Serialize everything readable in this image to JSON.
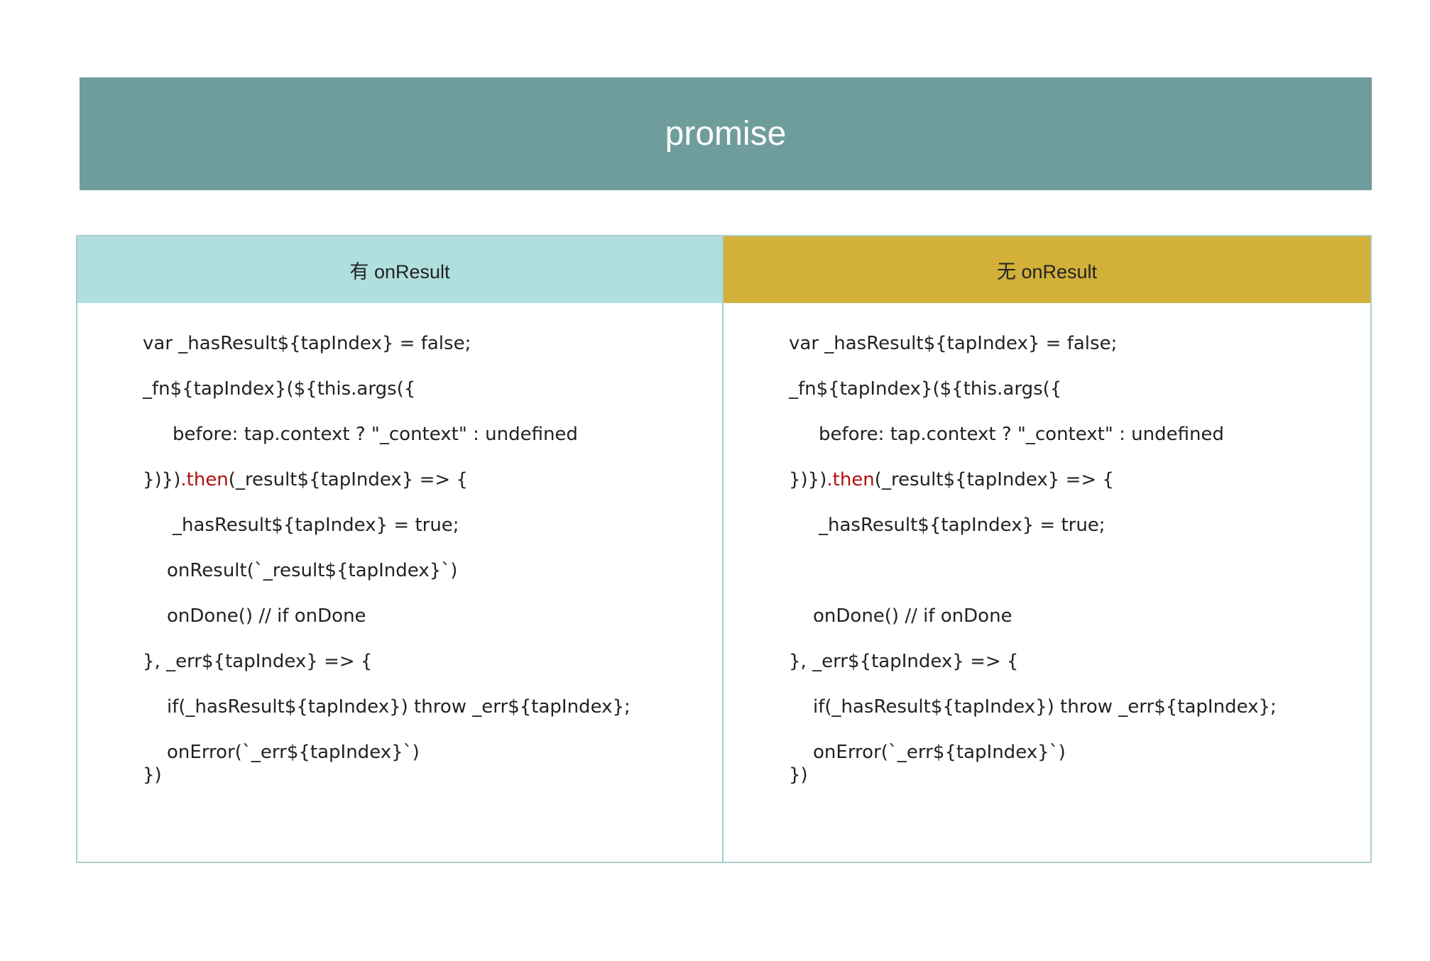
{
  "title": "promise",
  "columns": [
    {
      "header": "有 onResult",
      "color": "#b1dedf",
      "lines": [
        {
          "text": "var _hasResult${tapIndex} = false;"
        },
        {
          "text": "_fn${tapIndex}(${this.args({"
        },
        {
          "text": "before: tap.context ? \"_context\" : undefined"
        },
        {
          "pre": "})})",
          "kw": ".then",
          "post": "(_result${tapIndex} => {"
        },
        {
          "text": "_hasResult${tapIndex} = true;"
        },
        {
          "text": "onResult(`_result${tapIndex}`)"
        },
        {
          "text": "onDone() // if onDone"
        },
        {
          "text": "}, _err${tapIndex} => {"
        },
        {
          "text": "if(_hasResult${tapIndex}) throw _err${tapIndex};"
        },
        {
          "text": "onError(`_err${tapIndex}`)"
        },
        {
          "text": "})"
        }
      ]
    },
    {
      "header": "无 onResult",
      "color": "#d2b03a",
      "lines": [
        {
          "text": "var _hasResult${tapIndex} = false;"
        },
        {
          "text": "_fn${tapIndex}(${this.args({"
        },
        {
          "text": "before: tap.context ? \"_context\" : undefined"
        },
        {
          "pre": "})})",
          "kw": ".then",
          "post": "(_result${tapIndex} => {"
        },
        {
          "text": "_hasResult${tapIndex} = true;"
        },
        {
          "text": ""
        },
        {
          "text": "onDone() // if onDone"
        },
        {
          "text": "}, _err${tapIndex} => {"
        },
        {
          "text": "if(_hasResult${tapIndex}) throw _err${tapIndex};"
        },
        {
          "text": "onError(`_err${tapIndex}`)"
        },
        {
          "text": "})"
        }
      ]
    }
  ]
}
